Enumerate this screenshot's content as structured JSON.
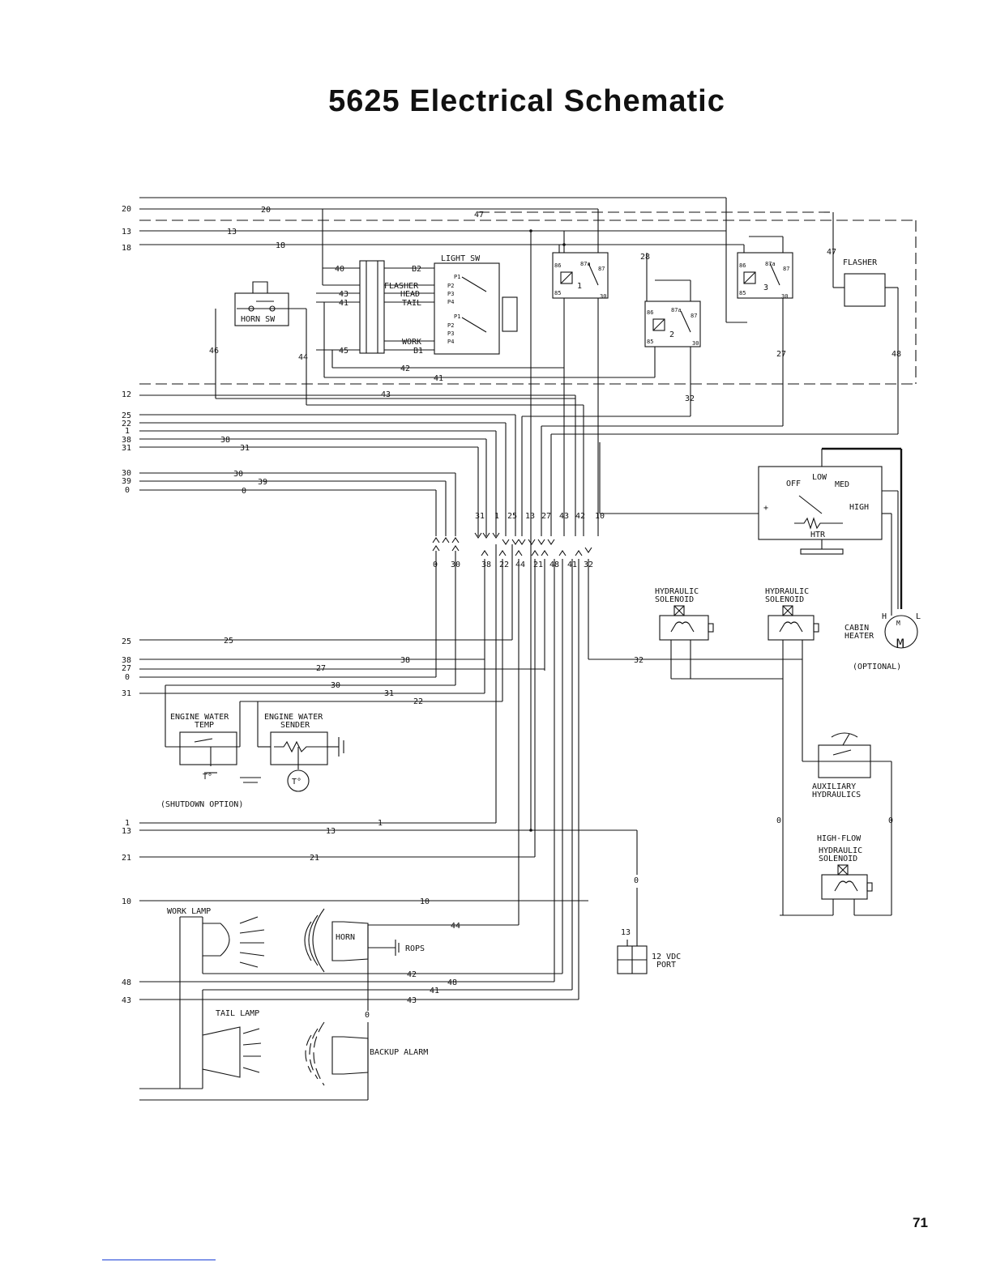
{
  "title": "5625 Electrical Schematic",
  "page_number": "71",
  "components": {
    "light_switch": "LIGHT SW",
    "light_switch_terminals": [
      "B2",
      "FLASHER",
      "HEAD",
      "TAIL",
      "WORK",
      "B1"
    ],
    "light_switch_positions": [
      "P1",
      "P2",
      "P3",
      "P4",
      "P1",
      "P2",
      "P3",
      "P4"
    ],
    "horn_switch": "HORN SW",
    "relay_numbers": [
      "1",
      "2",
      "3"
    ],
    "relay_pins": [
      "86",
      "87a",
      "87",
      "85",
      "30"
    ],
    "flasher": "FLASHER",
    "heater_switch": {
      "off": "OFF",
      "low": "LOW",
      "med": "MED",
      "high": "HIGH",
      "htr": "HTR"
    },
    "hydraulic_solenoid_1": [
      "HYDRAULIC",
      "SOLENOID"
    ],
    "hydraulic_solenoid_2": [
      "HYDRAULIC",
      "SOLENOID"
    ],
    "cabin_heater": [
      "CABIN",
      "HEATER"
    ],
    "cabin_heater_terminals": {
      "h": "H",
      "l": "L",
      "m": "M"
    },
    "optional": "(OPTIONAL)",
    "engine_water_temp": [
      "ENGINE WATER",
      "TEMP"
    ],
    "engine_water_sender": [
      "ENGINE WATER",
      "SENDER"
    ],
    "shutdown_option": "(SHUTDOWN OPTION)",
    "temp_symbol": "T°",
    "auxiliary_hydraulics": [
      "AUXILIARY",
      "HYDRAULICS"
    ],
    "high_flow_solenoid": [
      "HIGH-FLOW",
      "HYDRAULIC",
      "SOLENOID"
    ],
    "work_lamp": "WORK LAMP",
    "horn": "HORN",
    "rops": "ROPS",
    "port": [
      "12 VDC",
      "PORT"
    ],
    "tail_lamp": "TAIL LAMP",
    "backup_alarm": "BACKUP ALARM"
  },
  "left_wire_labels": [
    "20",
    "13",
    "18",
    "12",
    "25",
    "22",
    "1",
    "38",
    "31",
    "30",
    "39",
    "0",
    "25",
    "38",
    "27",
    "0",
    "31",
    "1",
    "13",
    "21",
    "10",
    "48",
    "43"
  ],
  "wire_labels": {
    "w20": "20",
    "w47": "47",
    "w13": "13",
    "w18": "18",
    "w40": "40",
    "w43": "43",
    "w41": "41",
    "w45": "45",
    "w46": "46",
    "w44": "44",
    "w42": "42",
    "w41b": "41",
    "w43b": "43",
    "w28": "28",
    "w47b": "47",
    "w27": "27",
    "w48": "48",
    "w32": "32",
    "w38": "38",
    "w31": "31",
    "w30": "30",
    "w39": "39",
    "w0": "0",
    "w25b": "25",
    "w38b": "38",
    "w27b": "27",
    "w30b": "30",
    "w31b": "31",
    "w22b": "22",
    "w32b": "32",
    "w1b": "1",
    "w13b": "13",
    "w21b": "21",
    "w10b": "10",
    "w44b": "44",
    "w42b": "42",
    "w48b": "48",
    "w41c": "41",
    "w43c": "43",
    "w13c": "13",
    "w0c": "0",
    "w0d": "0",
    "w0e": "0",
    "w0f": "0"
  },
  "connector_top_labels": [
    "31",
    "1",
    "25",
    "13",
    "27",
    "43",
    "42",
    "10"
  ],
  "connector_bottom_labels": [
    "0",
    "30",
    "38",
    "22",
    "44",
    "21",
    "48",
    "41",
    "32"
  ]
}
